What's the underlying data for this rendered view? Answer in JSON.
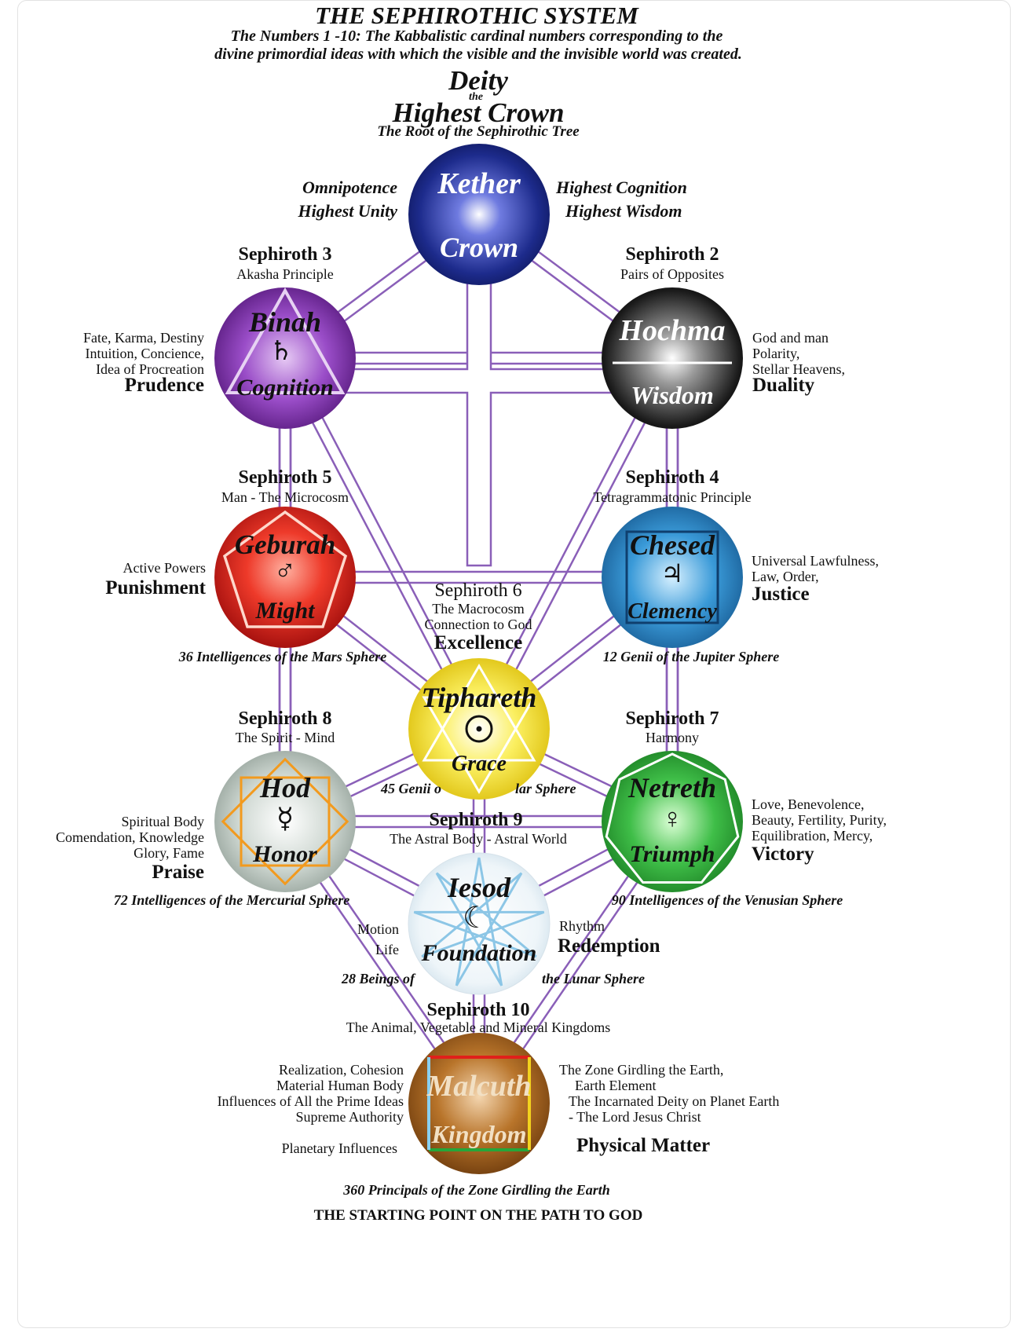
{
  "header": {
    "title": "THE SEPHIROTHIC SYSTEM",
    "subtitle_line1": "The Numbers 1 -10: The Kabbalistic cardinal numbers corresponding to the",
    "subtitle_line2": "divine primordial ideas with which the visible and the invisible world was created."
  },
  "top": {
    "deity": "Deity",
    "the": "the",
    "highest_crown": "Highest Crown",
    "root": "The Root of the Sephirothic Tree"
  },
  "colors": {
    "path_line": "#8a5fb8",
    "kether": "#1d2b8c",
    "binah": "#7a2fa8",
    "hochma": "#111111",
    "geburah": "#d61e1e",
    "chesed": "#2a86c6",
    "tiphareth": "#f3dc1c",
    "hod": "#c8d2cc",
    "netreth": "#2ea83a",
    "iesod": "#eaf2f7",
    "malcuth": "#a6621e"
  },
  "sephiroth": {
    "kether": {
      "name": "Kether",
      "quality": "Crown",
      "left": [
        "Omnipotence",
        "Highest Unity"
      ],
      "right": [
        "Highest Cognition",
        "Highest Wisdom"
      ]
    },
    "binah": {
      "heading": "Sephiroth 3",
      "sub": "Akasha Principle",
      "name": "Binah",
      "quality": "Cognition",
      "symbol": "♄",
      "side": [
        "Fate, Karma, Destiny",
        "Intuition, Concience,",
        "Idea of Procreation"
      ],
      "virtue": "Prudence"
    },
    "hochma": {
      "heading": "Sephiroth 2",
      "sub": "Pairs of Opposites",
      "name": "Hochma",
      "quality": "Wisdom",
      "side": [
        "God and man",
        "Polarity,",
        "Stellar Heavens,"
      ],
      "virtue": "Duality"
    },
    "geburah": {
      "heading": "Sephiroth 5",
      "sub": "Man - The Microcosm",
      "name": "Geburah",
      "quality": "Might",
      "symbol": "♂",
      "side": [
        "Active Powers"
      ],
      "virtue": "Punishment",
      "intelligences": "36 Intelligences of the Mars Sphere"
    },
    "chesed": {
      "heading": "Sephiroth 4",
      "sub": "Tetragrammatonic Principle",
      "name": "Chesed",
      "quality": "Clemency",
      "symbol": "♃",
      "side": [
        "Universal Lawfulness,",
        "Law, Order,"
      ],
      "virtue": "Justice",
      "intelligences": "12 Genii of the Jupiter Sphere"
    },
    "tiphareth": {
      "heading": "Sephiroth 6",
      "sub1": "The Macrocosm",
      "sub2": "Connection to God",
      "virtue": "Excellence",
      "name": "Tiphareth",
      "quality": "Grace",
      "symbol": "☉",
      "intelligences_a": "45 Genii o",
      "intelligences_b": "lar Sphere"
    },
    "hod": {
      "heading": "Sephiroth 8",
      "sub": "The Spirit - Mind",
      "name": "Hod",
      "quality": "Honor",
      "symbol": "☿",
      "side": [
        "Spiritual Body",
        "Comendation, Knowledge",
        "Glory, Fame"
      ],
      "virtue": "Praise",
      "intelligences": "72 Intelligences of the Mercurial Sphere"
    },
    "netreth": {
      "heading": "Sephiroth 7",
      "sub": "Harmony",
      "name": "Netreth",
      "quality": "Triumph",
      "symbol": "♀",
      "side": [
        "Love, Benevolence,",
        "Beauty, Fertility, Purity,",
        "Equilibration, Mercy,"
      ],
      "virtue": "Victory",
      "intelligences": "90 Intelligences of the Venusian Sphere"
    },
    "iesod": {
      "heading": "Sephiroth 9",
      "sub": "The Astral Body - Astral World",
      "name": "Iesod",
      "quality": "Foundation",
      "symbol": "☾",
      "left": [
        "Motion",
        "Life"
      ],
      "right": "Rhythm",
      "virtue": "Redemption",
      "beings_a": "28 Beings of",
      "beings_b": "the Lunar Sphere"
    },
    "malcuth": {
      "heading": "Sephiroth 10",
      "sub": "The Animal, Vegetable and Mineral Kingdoms",
      "name": "Malcuth",
      "quality": "Kingdom",
      "left": [
        "Realization, Cohesion",
        "Material Human Body",
        "Influences of All the Prime Ideas",
        "Supreme Authority"
      ],
      "left_bottom": "Planetary Influences",
      "right": [
        "The Zone Girdling the Earth,",
        "Earth Element",
        "The Incarnated Deity on Planet Earth",
        "- The Lord Jesus Christ"
      ],
      "right_bottom": "Physical Matter",
      "principals": "360 Principals of the Zone Girdling the Earth"
    }
  },
  "footer": "THE STARTING POINT ON THE PATH TO GOD"
}
